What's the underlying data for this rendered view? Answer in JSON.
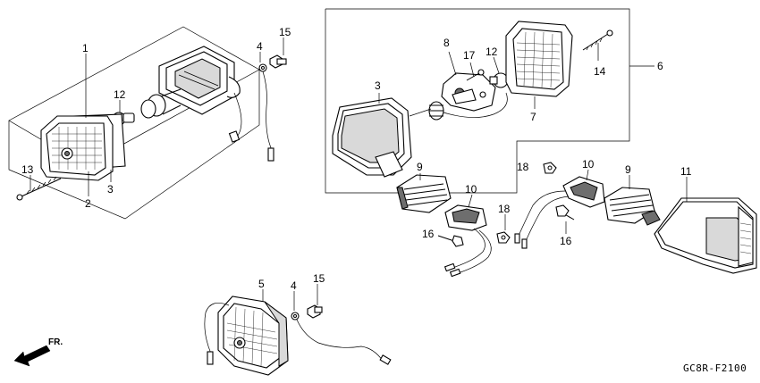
{
  "labels": {
    "front_left": {
      "assembly": "1",
      "lens": "2",
      "housing": "3",
      "wire": "4",
      "bulb": "12",
      "screw": "13",
      "bolt": "15"
    },
    "rear_box": {
      "housing": "3",
      "assembly": "6",
      "lens": "7",
      "socket": "8",
      "bulb": "12",
      "screw_14": "14",
      "screw_17": "17"
    },
    "rear_center": {
      "cover": "9",
      "bracket": "10",
      "bolt": "16",
      "bolt_18": "18"
    },
    "rear_right": {
      "bolt_18": "18",
      "bracket": "10",
      "cover": "9",
      "lens": "11",
      "bolt": "16"
    },
    "front_bottom": {
      "housing": "5",
      "wire": "4",
      "bolt": "15"
    }
  },
  "direction_label": "FR.",
  "diagram_code": "GC8R-F2100"
}
